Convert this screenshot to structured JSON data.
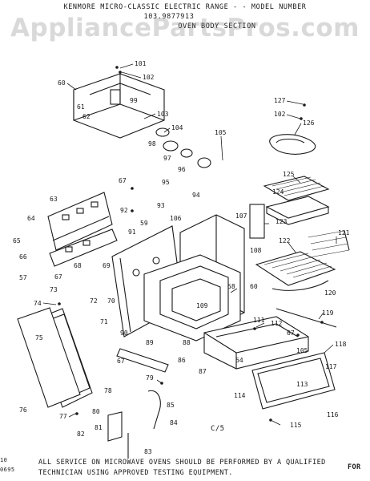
{
  "header": {
    "line1": "KENMORE MICRO-CLASSIC ELECTRIC RANGE - - MODEL NUMBER",
    "line2": "103.9877913",
    "line3": "OVEN BODY SECTION"
  },
  "watermark": "AppliancePartsPros.com",
  "callouts": [
    "101",
    "102",
    "60",
    "61",
    "99",
    "62",
    "103",
    "104",
    "98",
    "97",
    "96",
    "105",
    "127",
    "102",
    "126",
    "67",
    "95",
    "94",
    "92",
    "93",
    "125",
    "124",
    "63",
    "123",
    "64",
    "65",
    "59",
    "106",
    "107",
    "91",
    "122",
    "121",
    "66",
    "68",
    "69",
    "108",
    "57",
    "67",
    "58",
    "60",
    "120",
    "73",
    "72",
    "70",
    "71",
    "109",
    "74",
    "119",
    "111",
    "112",
    "118",
    "67",
    "75",
    "90",
    "89",
    "88",
    "105",
    "64",
    "87",
    "78",
    "117",
    "86",
    "67",
    "79",
    "113",
    "114",
    "85",
    "116",
    "76",
    "77",
    "80",
    "84",
    "81",
    "82",
    "115",
    "83"
  ],
  "sheet_code": "C/5",
  "margin": {
    "top": "10",
    "bottom": "0695"
  },
  "footer": {
    "line1": "ALL SERVICE ON MICROWAVE OVENS SHOULD BE PERFORMED BY A QUALIFIED",
    "line2": "TECHNICIAN USING APPROVED TESTING EQUIPMENT.",
    "right": "FOR"
  }
}
